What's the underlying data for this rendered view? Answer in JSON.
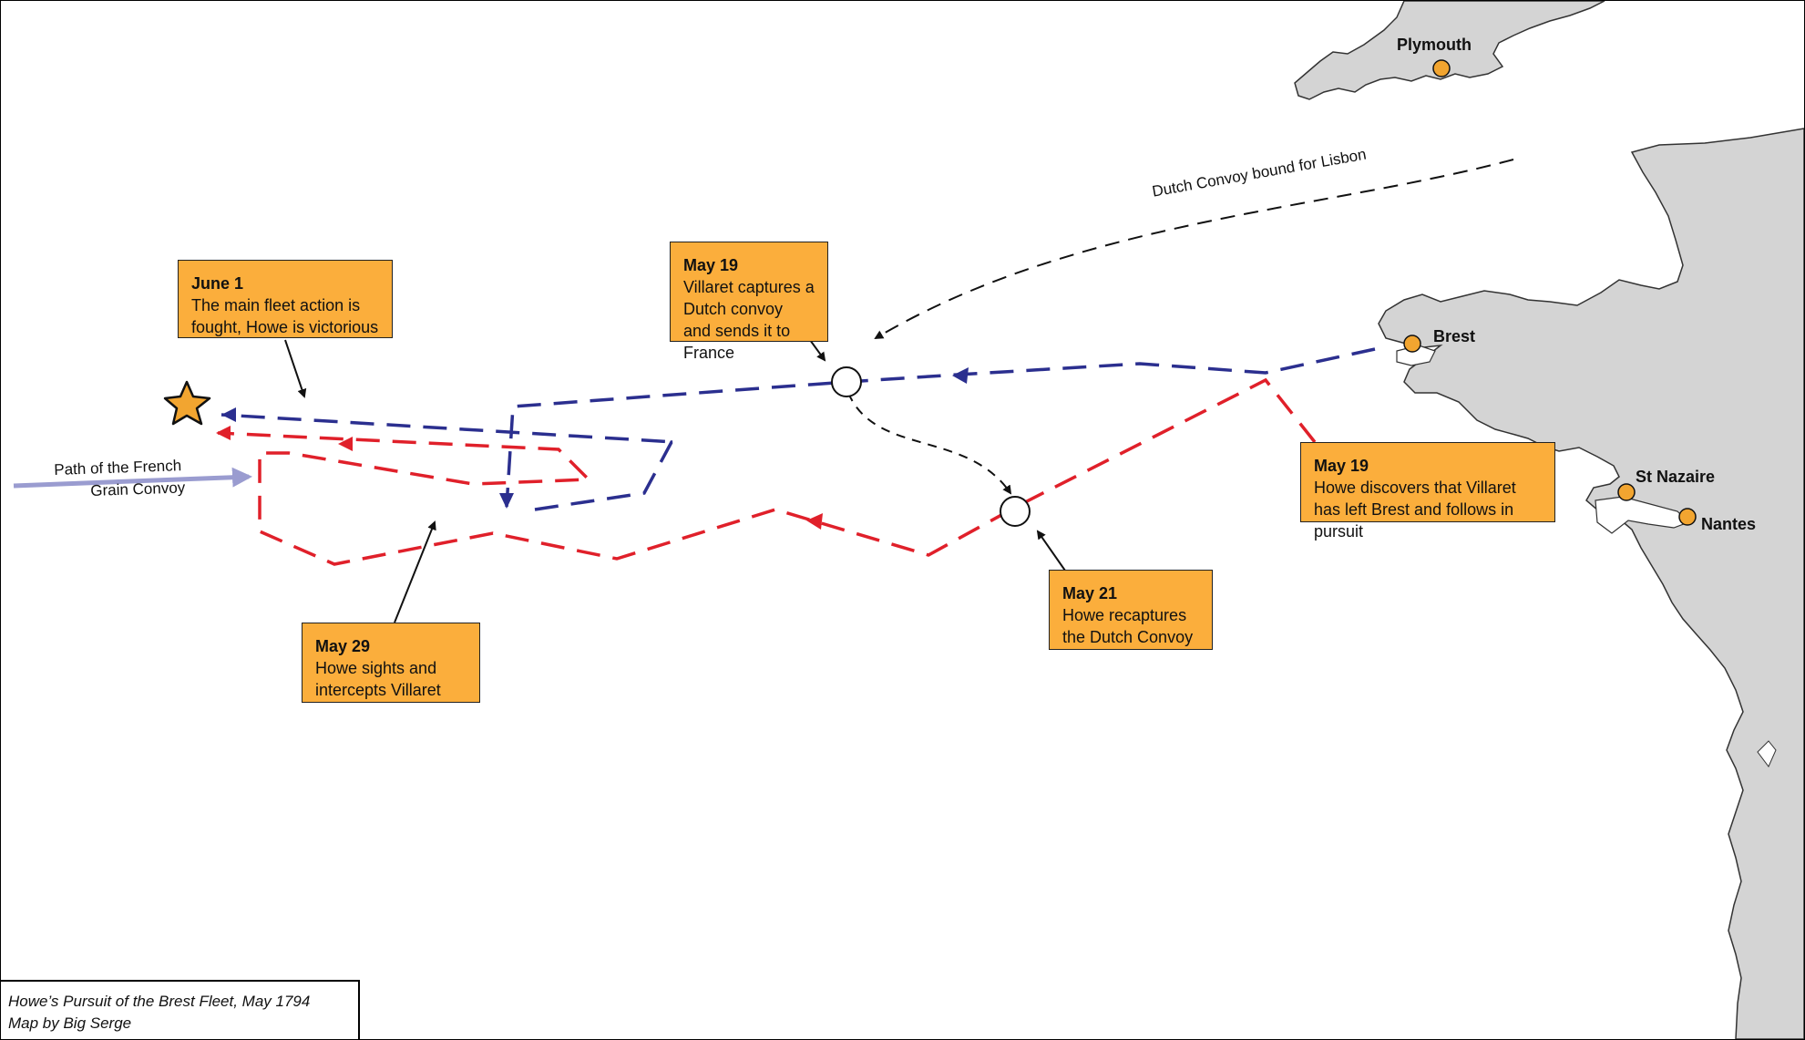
{
  "credit": {
    "title": "Howe’s Pursuit of the Brest Fleet, May 1794",
    "author": "Map by Big Serge"
  },
  "places": {
    "plymouth": "Plymouth",
    "brest": "Brest",
    "st_nazaire": "St Nazaire",
    "nantes": "Nantes"
  },
  "routes": {
    "dutch_convoy": "Dutch Convoy bound for Lisbon",
    "grain_convoy_line1": "Path of the French",
    "grain_convoy_line2": "Grain Convoy"
  },
  "callouts": {
    "june1": {
      "date": "June 1",
      "text": "The main fleet action is fought, Howe is victorious"
    },
    "may19_villaret": {
      "date": "May 19",
      "text": "Villaret captures a Dutch convoy and sends it to France"
    },
    "may19_howe": {
      "date": "May 19",
      "text": "Howe discovers that Villaret has left Brest and follows in pursuit"
    },
    "may21": {
      "date": "May 21",
      "text": "Howe recaptures the Dutch Convoy"
    },
    "may29": {
      "date": "May 29",
      "text": "Howe sights and intercepts Villaret"
    }
  },
  "colors": {
    "french_fleet": "#2B2F8F",
    "british_fleet": "#E0202A",
    "land": "#D4D4D4",
    "callout": "#FBAE3C",
    "grain_convoy": "#9A9CD0",
    "town_marker": "#F2A530"
  },
  "icons": {
    "battle": "star-icon",
    "town": "circle-marker-icon",
    "capture": "circle-icon"
  }
}
